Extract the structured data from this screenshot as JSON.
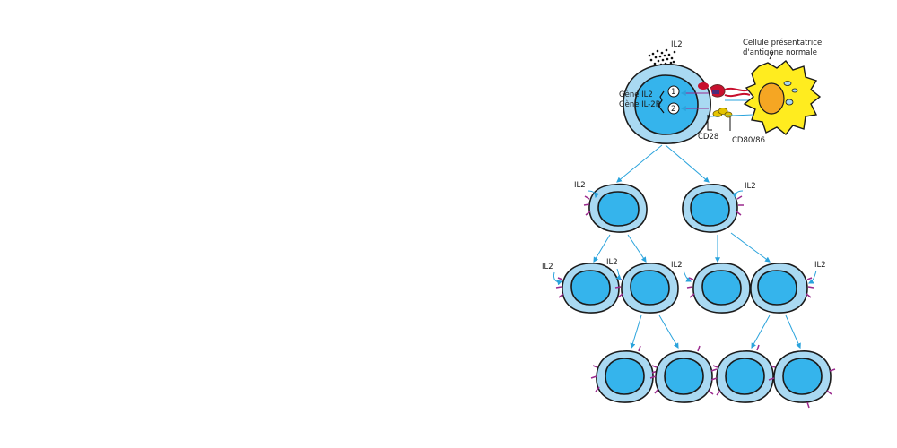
{
  "labels": {
    "il2_top": "IL2",
    "apc_line1": "Cellule présentatrice",
    "apc_line2": "d'antigène normale",
    "gene_il2": "Gène IL2",
    "gene_il2r": "Gène IL-2R",
    "step1": "1",
    "step2": "2",
    "cd28": "CD28",
    "cd80_86": "CD80/86",
    "il2": "IL2"
  },
  "colors": {
    "cell_cytoplasm": "#a9d9f2",
    "cell_nucleus": "#35b4ec",
    "arrow": "#2aa3dc",
    "receptor": "#9b2a8e",
    "apc_body": "#ffec1f",
    "apc_nucleus": "#f5a623",
    "mhc_red": "#c8102e"
  }
}
